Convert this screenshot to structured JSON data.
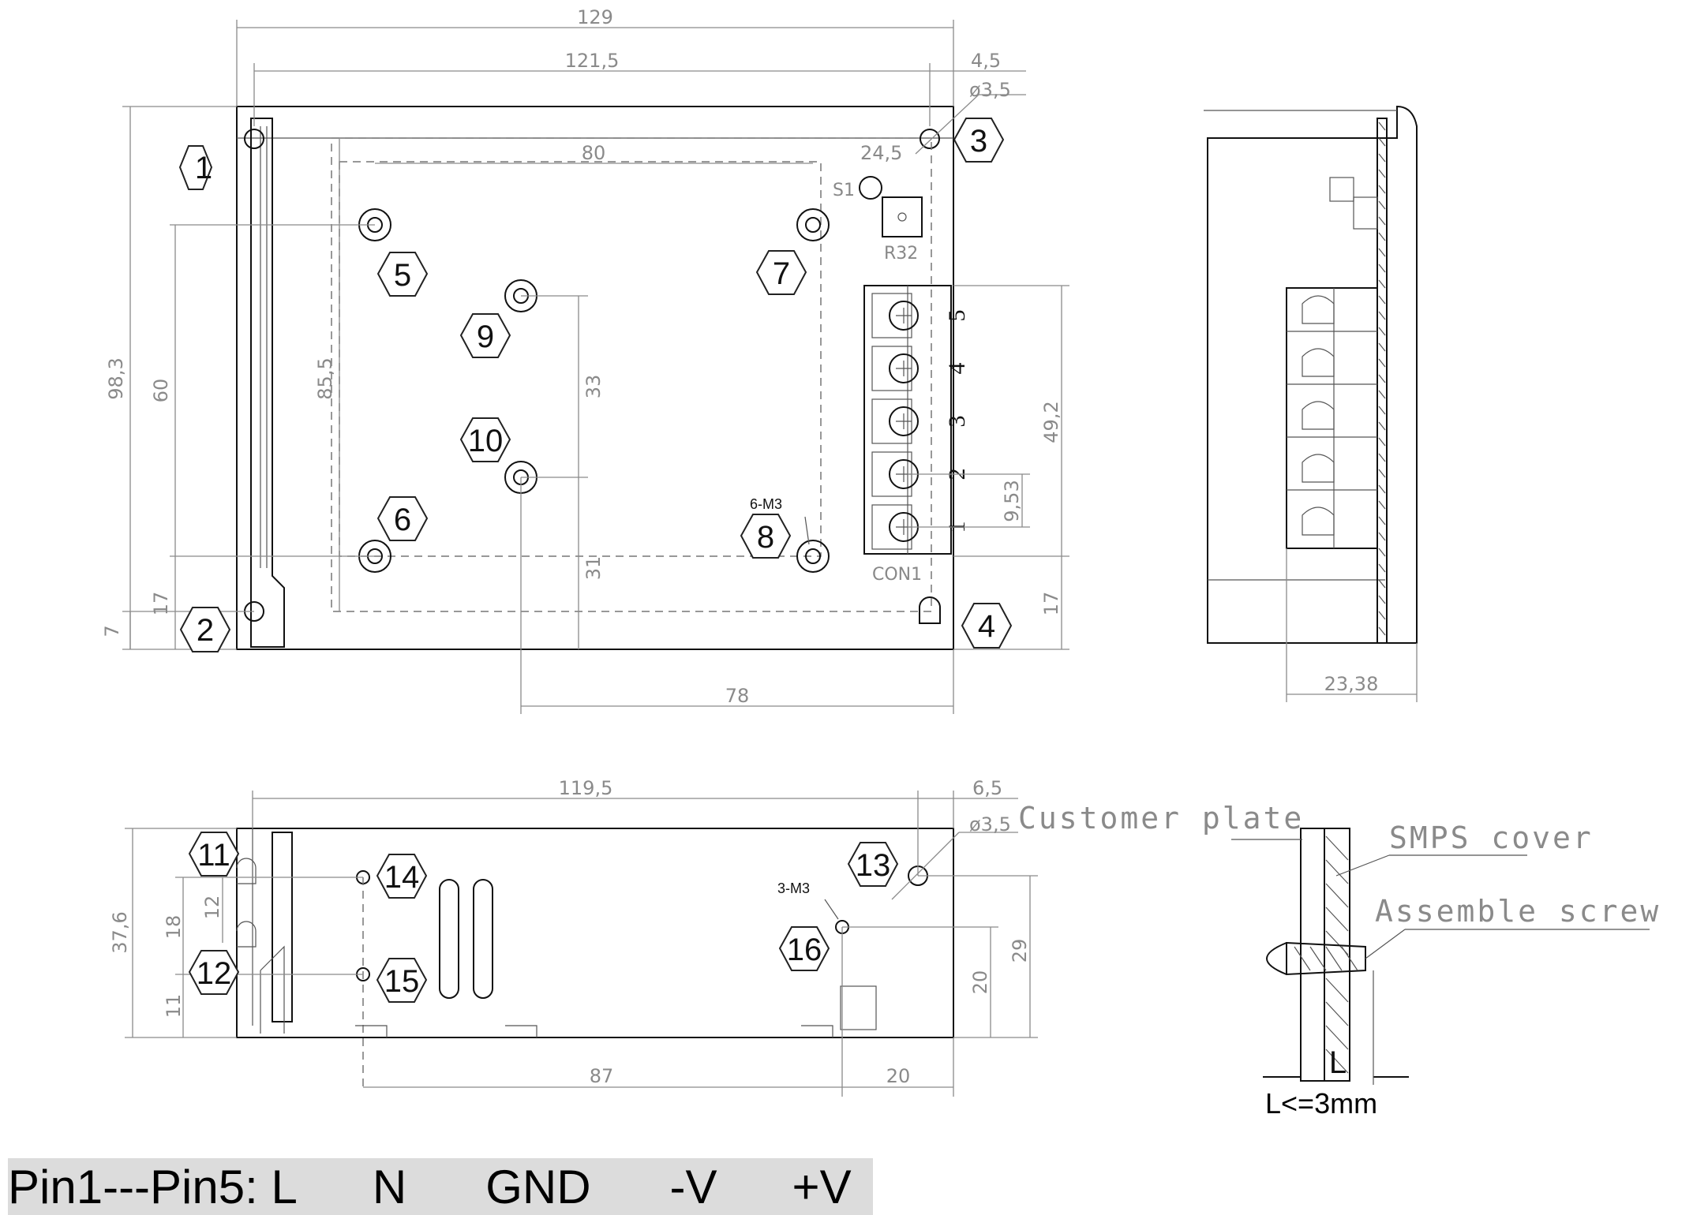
{
  "top_view": {
    "dims": {
      "d129": "129",
      "d121_5": "121,5",
      "d4_5": "4,5",
      "dia": "ø3,5",
      "d24_5": "24,5",
      "d80": "80",
      "d98_3": "98,3",
      "d85_5": "85,5",
      "d60": "60",
      "d33": "33",
      "d31": "31",
      "d17a": "17",
      "d7": "7",
      "d49_2": "49,2",
      "d9_53": "9,53",
      "d17b": "17",
      "d78": "78"
    },
    "labels": {
      "s1": "S1",
      "r32": "R32",
      "con1": "CON1",
      "m3": "6-M3"
    },
    "callouts": [
      "1",
      "2",
      "3",
      "4",
      "5",
      "6",
      "7",
      "8",
      "9",
      "10"
    ],
    "pins": [
      "5",
      "4",
      "3",
      "2",
      "1"
    ]
  },
  "side_view": {
    "dims": {
      "d23_38": "23,38"
    }
  },
  "bottom_view": {
    "dims": {
      "d119_5": "119,5",
      "d6_5": "6,5",
      "dia": "ø3,5",
      "d37_6": "37,6",
      "d18": "18",
      "d12": "12",
      "d11": "11",
      "d29": "29",
      "d20v": "20",
      "d87": "87",
      "d20h": "20"
    },
    "labels": {
      "m3": "3-M3"
    },
    "callouts": [
      "11",
      "12",
      "13",
      "14",
      "15",
      "16"
    ]
  },
  "detail": {
    "customer_plate": "Customer plate",
    "smps_cover": "SMPS cover",
    "assemble_screw": "Assemble screw",
    "l_label": "L",
    "l_note": "L<=3mm"
  },
  "pin_legend": {
    "prefix": "Pin1---Pin5: ",
    "pins": [
      "L",
      "N",
      "GND",
      "-V",
      "+V"
    ]
  }
}
